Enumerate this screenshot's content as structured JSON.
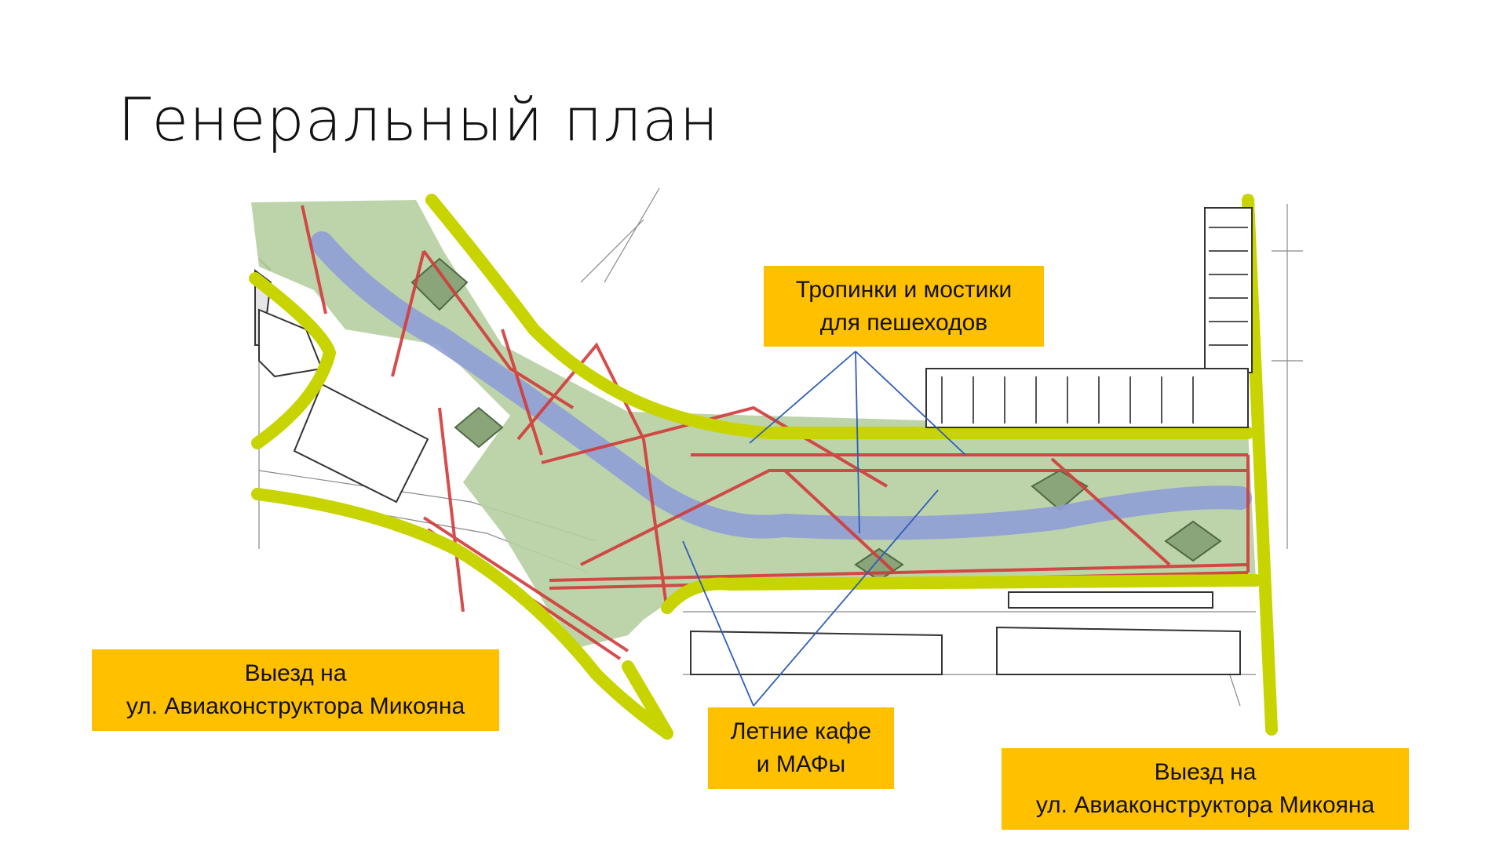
{
  "slide": {
    "title": "Генеральный план"
  },
  "callouts": {
    "paths": {
      "line1": "Тропинки и мостики",
      "line2": "для пешеходов"
    },
    "exit_left": {
      "line1": "Выезд на",
      "line2": "ул. Авиаконструктора Микояна"
    },
    "cafes": {
      "line1": "Летние кафе",
      "line2": "и МАФы"
    },
    "exit_right": {
      "line1": "Выезд на",
      "line2": "ул. Авиаконструктора Микояна"
    }
  },
  "colors": {
    "callout_bg": "#FFC000",
    "road": "#C8D400",
    "park": "#B6CFA2",
    "river": "#8F9FD6",
    "path": "#D23A3A",
    "leader": "#2F5EB8",
    "building": "#555555"
  }
}
